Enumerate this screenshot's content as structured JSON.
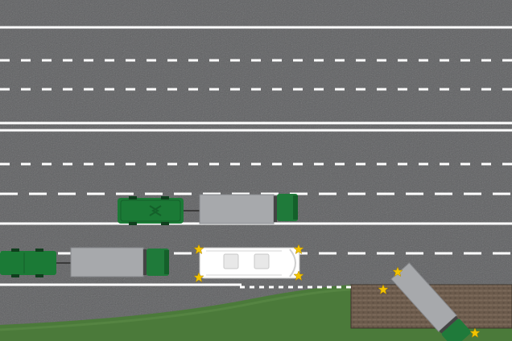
{
  "scene": {
    "road_color": "#5f6062",
    "grass_color": "#4b7a3a",
    "lane_marking_color": "#ffffff",
    "paver_color": "#6c5b4c",
    "truck_cab_color": "#1f7a3a",
    "trailer_color": "#a7a9ac",
    "car_green_color": "#1b7a36",
    "van_color": "#ffffff",
    "hazard_light_color": "#f3c400"
  },
  "vehicles": {
    "upper_truck": {
      "type": "truck-with-trailer",
      "cab_icon": "truck-cab-icon"
    },
    "upper_car": {
      "type": "car",
      "icon": "car-icon"
    },
    "lower_truck": {
      "type": "truck-with-trailer",
      "cab_icon": "truck-cab-icon"
    },
    "lower_car": {
      "type": "car",
      "icon": "car-icon"
    },
    "van": {
      "type": "van-with-hazards",
      "icon": "van-icon"
    },
    "crashed_truck": {
      "type": "crashed-truck-with-hazards",
      "icon": "truck-cab-icon"
    }
  }
}
